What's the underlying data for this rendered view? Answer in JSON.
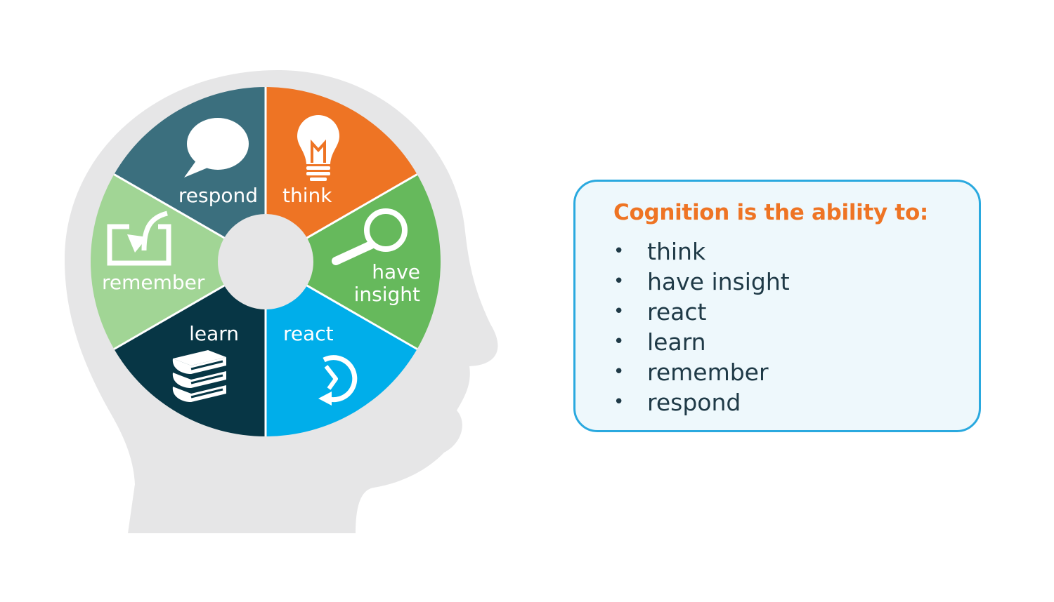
{
  "diagram": {
    "segments": [
      {
        "id": "think",
        "label_lines": [
          "think"
        ],
        "color": "#ee7424",
        "icon": "lightbulb-icon"
      },
      {
        "id": "have-insight",
        "label_lines": [
          "have",
          "insight"
        ],
        "color": "#66b95c",
        "icon": "magnifier-icon"
      },
      {
        "id": "react",
        "label_lines": [
          "react"
        ],
        "color": "#00aeea",
        "icon": "clock-refresh-icon"
      },
      {
        "id": "learn",
        "label_lines": [
          "learn"
        ],
        "color": "#073645",
        "icon": "books-icon"
      },
      {
        "id": "remember",
        "label_lines": [
          "remember"
        ],
        "color": "#a1d595",
        "icon": "return-arrow-box-icon"
      },
      {
        "id": "respond",
        "label_lines": [
          "respond"
        ],
        "color": "#3b6f7e",
        "icon": "speech-bubble-icon"
      }
    ],
    "head_color": "#e6e6e7",
    "hub_color": "#e6e6e7"
  },
  "info": {
    "title": "Cognition is the ability to:",
    "bullet_glyph": "•",
    "items": [
      "think",
      "have insight",
      "react",
      "learn",
      "remember",
      "respond"
    ],
    "title_color": "#ee7424",
    "border_color": "#2aa9df",
    "background_color": "#eef8fc",
    "text_color": "#1f3a47"
  }
}
